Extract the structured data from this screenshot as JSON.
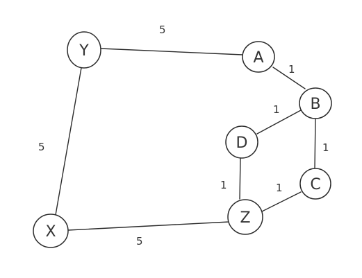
{
  "graph": {
    "nodes": [
      {
        "id": "Y",
        "label": "Y"
      },
      {
        "id": "A",
        "label": "A"
      },
      {
        "id": "B",
        "label": "B"
      },
      {
        "id": "D",
        "label": "D"
      },
      {
        "id": "C",
        "label": "C"
      },
      {
        "id": "Z",
        "label": "Z"
      },
      {
        "id": "X",
        "label": "X"
      }
    ],
    "edges": [
      {
        "from": "Y",
        "to": "A",
        "weight": "5"
      },
      {
        "from": "A",
        "to": "B",
        "weight": "1"
      },
      {
        "from": "B",
        "to": "D",
        "weight": "1"
      },
      {
        "from": "B",
        "to": "C",
        "weight": "1"
      },
      {
        "from": "D",
        "to": "Z",
        "weight": "1"
      },
      {
        "from": "C",
        "to": "Z",
        "weight": "1"
      },
      {
        "from": "Y",
        "to": "X",
        "weight": "5"
      },
      {
        "from": "X",
        "to": "Z",
        "weight": "5"
      }
    ]
  }
}
